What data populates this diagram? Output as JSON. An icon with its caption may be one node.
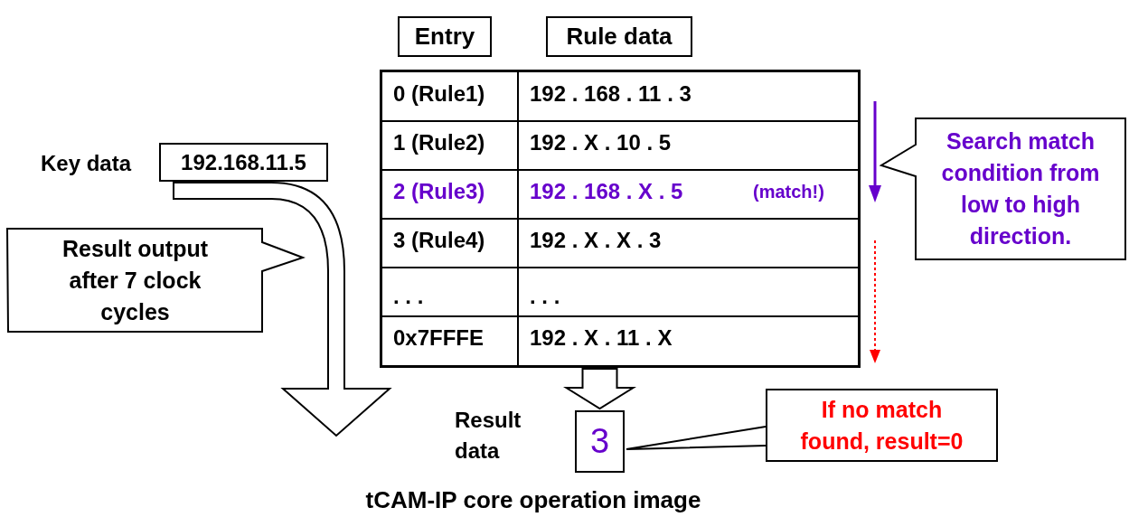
{
  "diagram": {
    "caption": "tCAM-IP core operation image",
    "nodes": [
      {
        "text": [
          "Entry"
        ]
      },
      {
        "text": [
          "Rule data"
        ]
      },
      {
        "text": [],
        "shape": "box"
      },
      {
        "text": [
          "192.168.11.5"
        ],
        "beside": [
          "Key data"
        ]
      },
      {
        "text": [
          "Result output after 7 clock cycles"
        ]
      },
      {
        "text": [
          "Search match condition from low to high direction."
        ]
      },
      {
        "text": [
          "3"
        ],
        "beside": [
          "Result data"
        ]
      },
      {
        "text": [
          "If no match found, result=0"
        ]
      }
    ],
    "edges": [
      {
        "from": 3,
        "to": null,
        "arrow": "to"
      },
      {
        "from": 2,
        "to": 6,
        "arrow": "to"
      },
      {
        "from": 7,
        "to": 6,
        "arrow": "none"
      }
    ],
    "labels": [
      "0 (Rule1)",
      "192 . 168 . 11 . 3",
      "1 (Rule2)",
      "192 . X . 10 . 5",
      "2 (Rule3)",
      "192 . 168 . X . 5",
      "(match!)",
      "3 (Rule4)",
      "192 . X . X . 3",
      ". . .",
      ". . .",
      "0x7FFFE",
      "192 . X . 11 . X"
    ]
  }
}
